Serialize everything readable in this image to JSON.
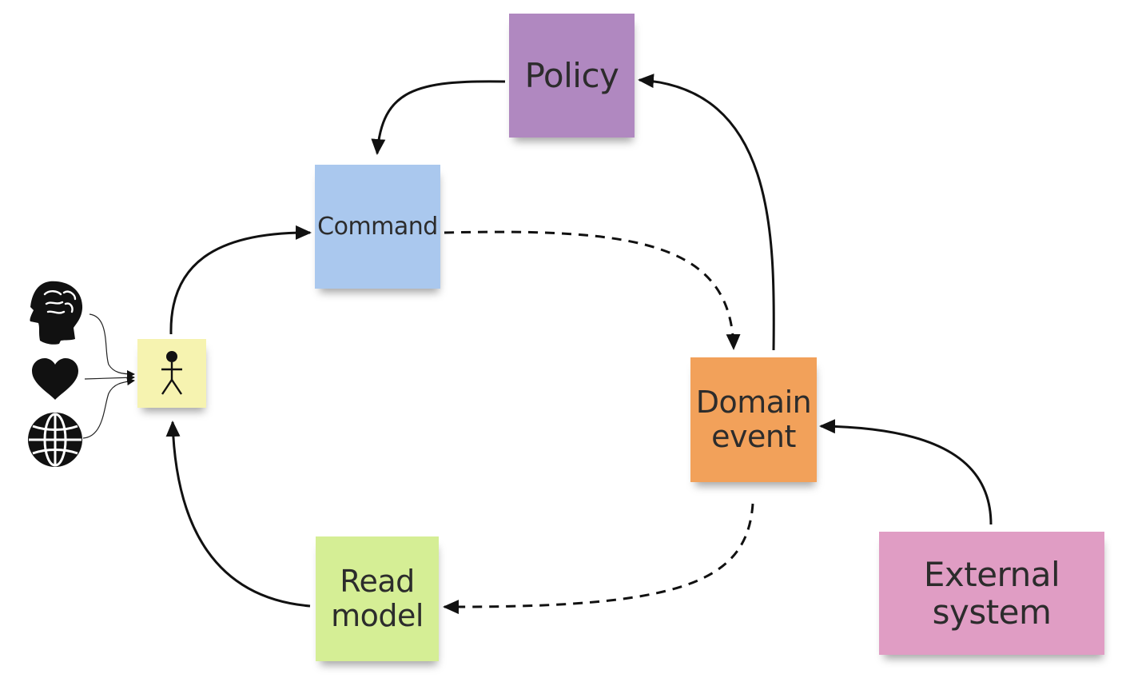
{
  "nodes": {
    "policy": {
      "lines": [
        "Policy"
      ],
      "color": "#b088c0"
    },
    "command": {
      "lines": [
        "Command"
      ],
      "color": "#aac8ee"
    },
    "actor": {
      "icon": "stick-figure-icon",
      "color": "#f6f3b0"
    },
    "domain_event": {
      "lines": [
        "Domain",
        "event"
      ],
      "color": "#f2a15a"
    },
    "read_model": {
      "lines": [
        "Read",
        "model"
      ],
      "color": "#d5ee95"
    },
    "external_system": {
      "lines": [
        "External",
        "system"
      ],
      "color": "#e09dc4"
    }
  },
  "influence_icons": [
    "brain-head-icon",
    "heart-icon",
    "globe-icon"
  ],
  "edges": [
    {
      "from": "policy",
      "to": "command",
      "style": "solid"
    },
    {
      "from": "actor",
      "to": "command",
      "style": "solid"
    },
    {
      "from": "command",
      "to": "domain_event",
      "style": "dashed"
    },
    {
      "from": "domain_event",
      "to": "policy",
      "style": "solid"
    },
    {
      "from": "external_system",
      "to": "domain_event",
      "style": "solid"
    },
    {
      "from": "domain_event",
      "to": "read_model",
      "style": "dashed"
    },
    {
      "from": "read_model",
      "to": "actor",
      "style": "solid"
    },
    {
      "from": "brain-head-icon",
      "to": "actor",
      "style": "thin"
    },
    {
      "from": "heart-icon",
      "to": "actor",
      "style": "thin"
    },
    {
      "from": "globe-icon",
      "to": "actor",
      "style": "thin"
    }
  ]
}
